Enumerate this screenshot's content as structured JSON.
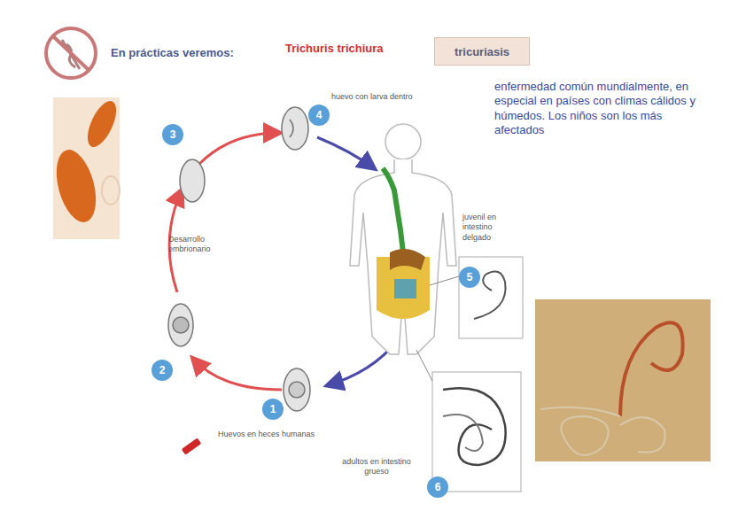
{
  "diagram": {
    "nodes": [
      {
        "text": [
          "tricuriasis"
        ]
      },
      {
        "text": [
          "3"
        ]
      },
      {
        "text": [
          "4"
        ]
      },
      {
        "text": [
          "5"
        ]
      },
      {
        "text": [
          "2"
        ]
      },
      {
        "text": [
          "1"
        ]
      },
      {
        "text": [
          "6"
        ]
      }
    ],
    "labels": [
      "En prácticas veremos:",
      "Trichuris trichiura",
      "enfermedad común mundialmente, en especial en países con climas cálidos y húmedos. Los niños son los más afectados",
      "huevo con larva dentro",
      "juvenil en intestino delgado",
      "Desarrollo embrionario",
      "Huevos en heces humanas",
      "adultos en intestino grueso"
    ]
  }
}
